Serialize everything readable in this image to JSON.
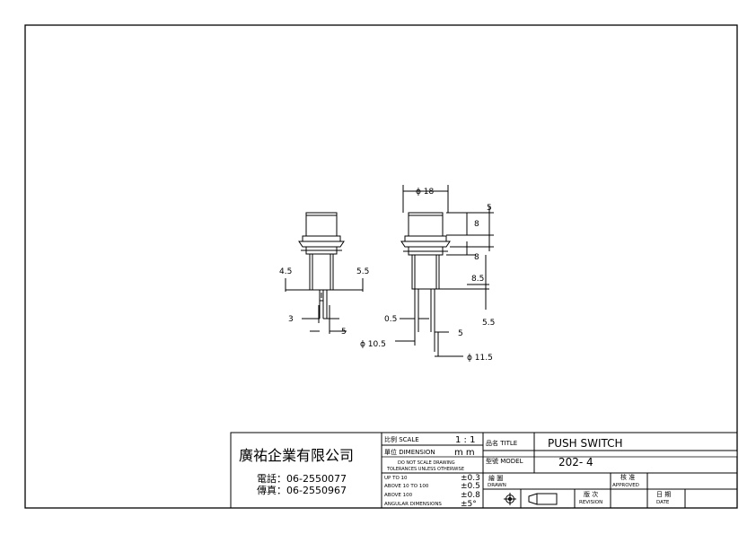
{
  "drawing": {
    "dimensions": {
      "dia_18": "ϕ 18",
      "dim_5_top": "5",
      "dim_8_a": "8",
      "dim_8_b": "8",
      "dim_8_5": "8.5",
      "dim_5_5_right": "5.5",
      "dim_4_5": "4.5",
      "dim_5_5_left": "5.5",
      "dim_3": "3",
      "dim_5_left": "5",
      "dim_0_5": "0.5",
      "dim_5_mid": "5",
      "dia_10_5": "ϕ 10.5",
      "dia_11_5": "ϕ 11.5"
    }
  },
  "title_block": {
    "company": "廣祐企業有限公司",
    "phone": "電話：06-2550077",
    "fax": "傳真：06-2550967",
    "scale_label": "比例 SCALE",
    "scale_value": "1 : 1",
    "unit_label": "單位 DIMENSION",
    "unit_value": "m m",
    "no_scale_note": "DO NOT SCALE DRAWING",
    "tolerance_note": "TOLERANCES UNLESS OTHERWISE",
    "tol_rows": [
      {
        "label": "UP TO 10",
        "value": "±0.3"
      },
      {
        "label": "ABOVE 10 TO 100",
        "value": "±0.5"
      },
      {
        "label": "ABOVE 100",
        "value": "±0.8"
      },
      {
        "label": "ANGULAR DIMENSIONS",
        "value": "±5°"
      }
    ],
    "title_label": "品名 TITLE",
    "title_value": "PUSH SWITCH",
    "model_label": "型號 MODEL",
    "model_value": "202- 4",
    "drawn_cn": "繪 圖",
    "drawn_en": "DRAWN",
    "approved_cn": "核 准",
    "approved_en": "APPROVED",
    "revision_cn": "版 次",
    "revision_en": "REVISION",
    "date_cn": "日 期",
    "date_en": "DATE"
  }
}
